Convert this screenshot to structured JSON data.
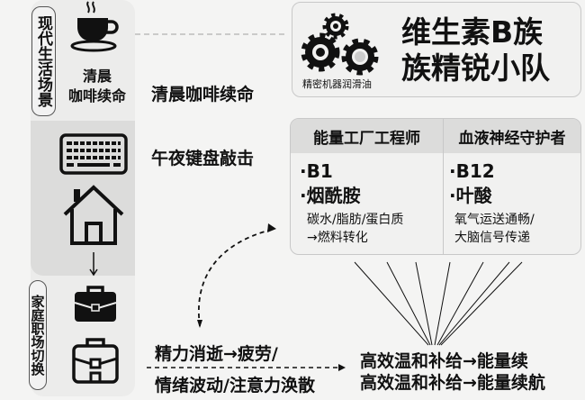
{
  "left_panel": {
    "section1_label": "现代生活场景",
    "coffee_caption_line1": "清晨",
    "coffee_caption_line2": "咖啡续命",
    "section2_label": "家庭职场切换"
  },
  "scenes": {
    "morning": "清晨咖啡续命",
    "midnight": "午夜键盘敲击"
  },
  "header": {
    "gear_caption": "精密机器润滑油",
    "title_line1": "维生素B族",
    "title_line2": "族精锐小队"
  },
  "table": {
    "columns": [
      {
        "header": "能量工厂工程师",
        "item1": "·B1",
        "item2": "·烟酰胺",
        "desc_line1": "碳水/脂肪/蛋白质",
        "desc_line2": "→燃料转化"
      },
      {
        "header": "血液神经守护者",
        "item1": "·B12",
        "item2": "·叶酸",
        "desc_line1": "氧气运送通畅/",
        "desc_line2": "大脑信号传递"
      }
    ]
  },
  "bottom": {
    "problem_line1": "精力消逝→疲劳/",
    "problem_line2": "情绪波动/注意力涣散",
    "solution_line1": "高效温和补给→能量续",
    "solution_line2": "高效温和补给→能量续航"
  }
}
